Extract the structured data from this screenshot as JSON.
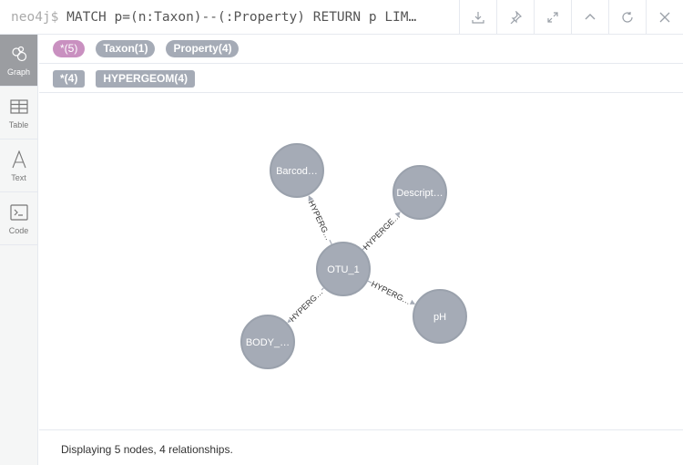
{
  "query": {
    "prompt": "neo4j$",
    "text": "MATCH p=(n:Taxon)--(:Property) RETURN p LIM…"
  },
  "toolbar": {
    "icons": [
      "download-icon",
      "pin-icon",
      "expand-icon",
      "collapse-icon",
      "refresh-icon",
      "close-icon"
    ]
  },
  "sidebar": {
    "items": [
      {
        "label": "Graph",
        "icon": "graph-icon",
        "active": true
      },
      {
        "label": "Table",
        "icon": "table-icon",
        "active": false
      },
      {
        "label": "Text",
        "icon": "text-icon",
        "active": false
      },
      {
        "label": "Code",
        "icon": "code-icon",
        "active": false
      }
    ]
  },
  "filters": {
    "node_labels": [
      {
        "label": "*(5)",
        "color": "#c990c0"
      },
      {
        "label": "Taxon(1)",
        "color": "#a5abb6"
      },
      {
        "label": "Property(4)",
        "color": "#a5abb6"
      }
    ],
    "relationship_types": [
      {
        "label": "*(4)",
        "color": "#a5abb6"
      },
      {
        "label": "HYPERGEOM(4)",
        "color": "#a5abb6"
      }
    ]
  },
  "graph": {
    "node_color": "#a5abb6",
    "node_border": "#9aa1ac",
    "nodes": [
      {
        "id": "otu",
        "label": "OTU_1"
      },
      {
        "id": "barcode",
        "label": "Barcod…"
      },
      {
        "id": "descript",
        "label": "Descript…"
      },
      {
        "id": "ph",
        "label": "pH"
      },
      {
        "id": "body",
        "label": "BODY_…"
      }
    ],
    "relationships": [
      {
        "from": "otu",
        "to": "barcode",
        "label": "HYPERG…"
      },
      {
        "from": "otu",
        "to": "descript",
        "label": "HYPERGE…"
      },
      {
        "from": "otu",
        "to": "ph",
        "label": "HYPERG…"
      },
      {
        "from": "otu",
        "to": "body",
        "label": "HYPERG…"
      }
    ]
  },
  "footer": {
    "status": "Displaying 5 nodes, 4 relationships."
  }
}
